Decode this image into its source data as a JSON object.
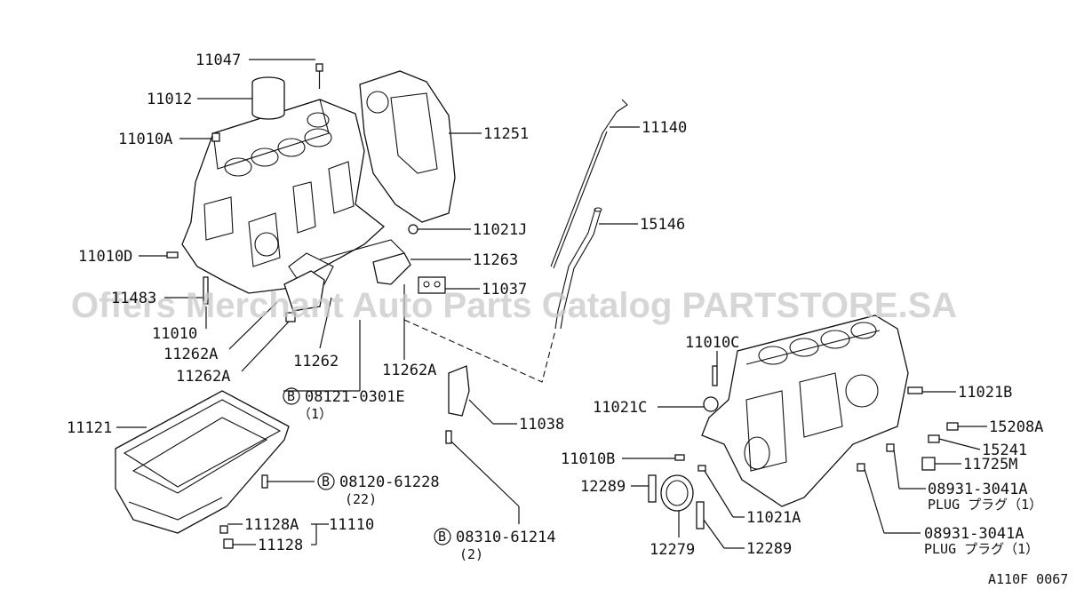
{
  "diagram_code": "A110F 0067",
  "watermark": "Offers Merchant Auto Parts Catalog PARTSTORE.SA",
  "bolt_symbol": "B",
  "labels": {
    "p11047": "11047",
    "p11012": "11012",
    "p11010A": "11010A",
    "p11010D": "11010D",
    "p11483": "11483",
    "p11010": "11010",
    "p11262A_1": "11262A",
    "p11262A_2": "11262A",
    "p11262": "11262",
    "p11262A_3": "11262A",
    "p11251": "11251",
    "p11140": "11140",
    "p15146": "15146",
    "p11021J": "11021J",
    "p11263": "11263",
    "p11037": "11037",
    "p11038": "11038",
    "p11121": "11121",
    "p11128A": "11128A",
    "p11110": "11110",
    "p11128": "11128",
    "p11010C": "11010C",
    "p11021C": "11021C",
    "p11010B": "11010B",
    "p12289_1": "12289",
    "p12279": "12279",
    "p12289_2": "12289",
    "p11021A": "11021A",
    "p11021B": "11021B",
    "p15208A": "15208A",
    "p15241": "15241",
    "p11725M": "11725M"
  },
  "bolts": {
    "b1": {
      "number": "08121-0301E",
      "qty": "（1）"
    },
    "b2": {
      "number": "08120-61228",
      "qty": "(22)"
    },
    "b3": {
      "number": "08310-61214",
      "qty": "(2)"
    }
  },
  "plugs": {
    "plug1": {
      "number": "08931-3041A",
      "text": "PLUG プラグ（1）"
    },
    "plug2": {
      "number": "08931-3041A",
      "text": "PLUG プラグ（1）"
    }
  }
}
